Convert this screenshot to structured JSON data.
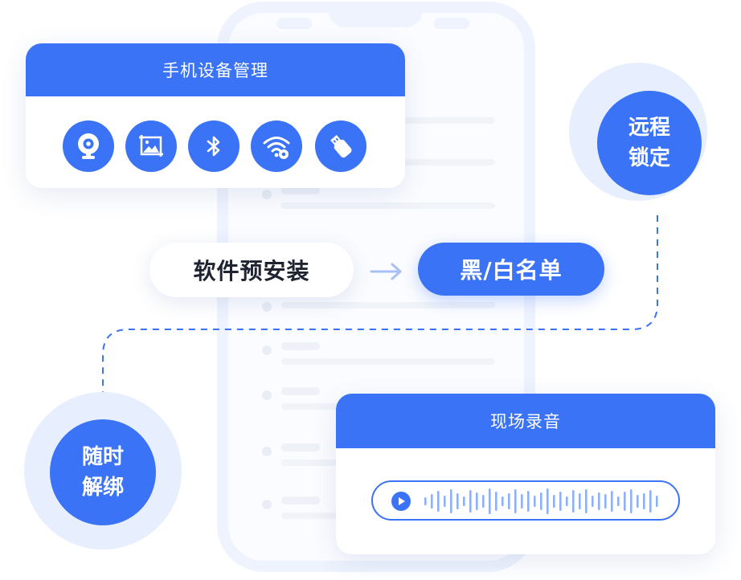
{
  "device_card": {
    "title": "手机设备管理",
    "icons": [
      "webcam-icon",
      "screenshot-icon",
      "bluetooth-icon",
      "wifi-settings-icon",
      "usb-drive-icon"
    ]
  },
  "software_preinstall": {
    "label": "软件预安装"
  },
  "whitelist": {
    "label": "黑/白名单"
  },
  "remote_lock": {
    "line1": "远程",
    "line2": "锁定"
  },
  "unbind": {
    "line1": "随时",
    "line2": "解绑"
  },
  "recording_card": {
    "title": "现场录音"
  },
  "colors": {
    "accent": "#3a73f5",
    "halo": "#e7eefd",
    "dark_text": "#1e2430"
  }
}
